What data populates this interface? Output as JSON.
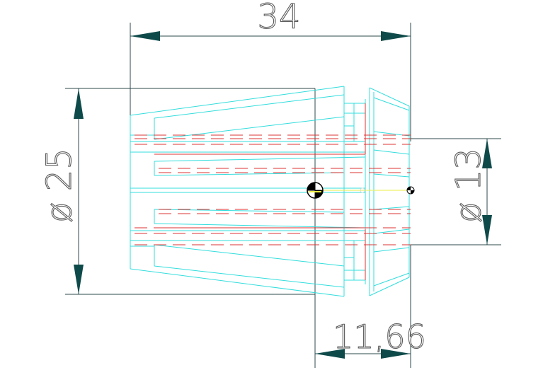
{
  "drawing": {
    "dimensions": {
      "overall_length": "34",
      "outer_diameter": "ø 25",
      "bore_diameter": "ø 13",
      "offset_length": "11,66"
    }
  }
}
